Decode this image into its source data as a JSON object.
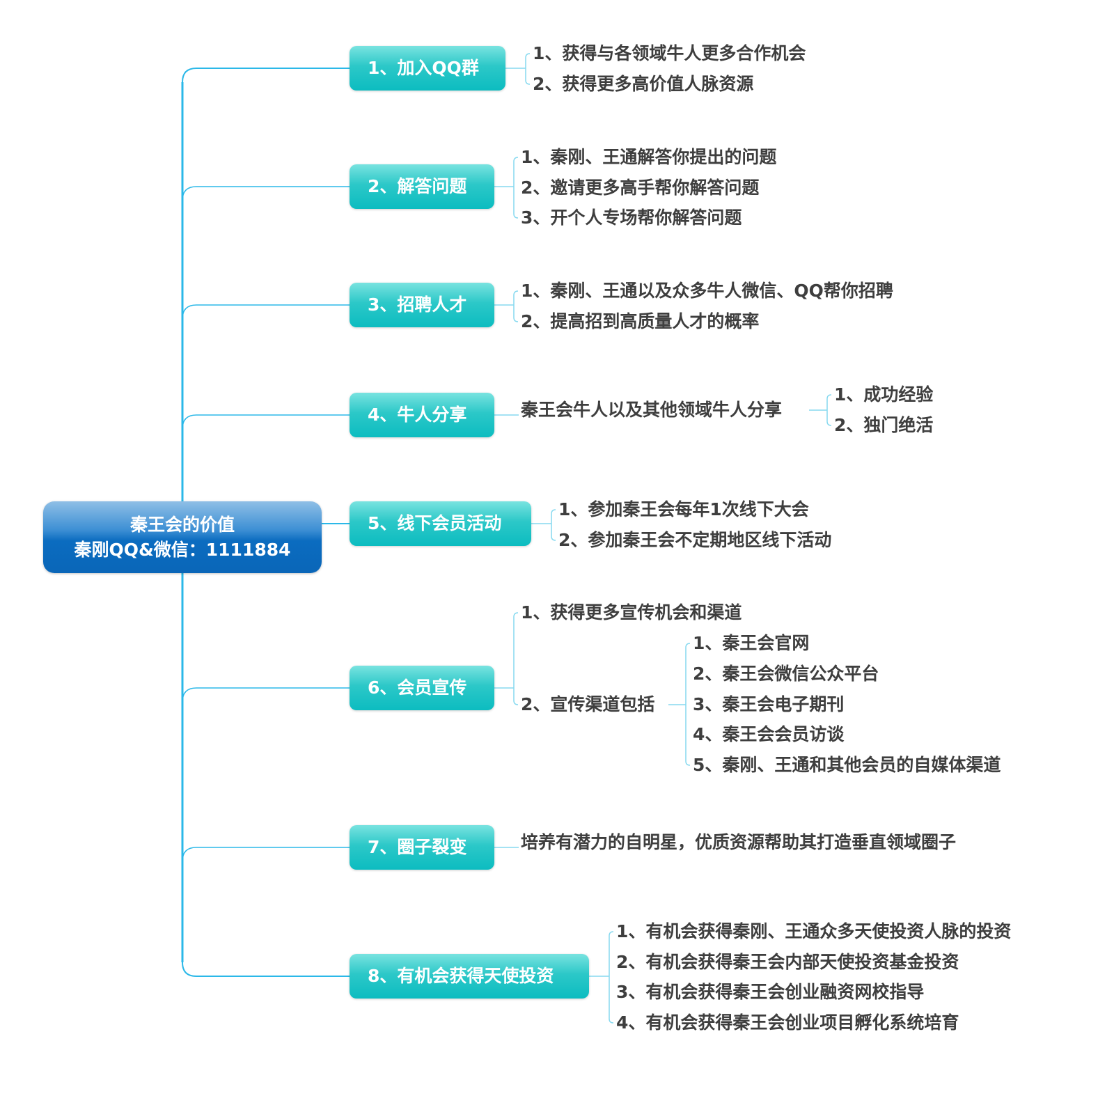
{
  "root": {
    "title": "秦王会的价值",
    "contact": "秦刚QQ&微信：1111884"
  },
  "branches": [
    {
      "label": "1、加入QQ群",
      "items": [
        "1、获得与各领域牛人更多合作机会",
        "2、获得更多高价值人脉资源"
      ]
    },
    {
      "label": "2、解答问题",
      "items": [
        "1、秦刚、王通解答你提出的问题",
        "2、邀请更多高手帮你解答问题",
        "3、开个人专场帮你解答问题"
      ]
    },
    {
      "label": "3、招聘人才",
      "items": [
        "1、秦刚、王通以及众多牛人微信、QQ帮你招聘",
        "2、提高招到高质量人才的概率"
      ]
    },
    {
      "label": "4、牛人分享",
      "items": [
        "秦王会牛人以及其他领域牛人分享"
      ],
      "sub": [
        "1、成功经验",
        "2、独门绝活"
      ]
    },
    {
      "label": "5、线下会员活动",
      "items": [
        "1、参加秦王会每年1次线下大会",
        "2、参加秦王会不定期地区线下活动"
      ]
    },
    {
      "label": "6、会员宣传",
      "items": [
        "1、获得更多宣传机会和渠道",
        "2、宣传渠道包括"
      ],
      "sub": [
        "1、秦王会官网",
        "2、秦王会微信公众平台",
        "3、秦王会电子期刊",
        "4、秦王会会员访谈",
        "5、秦刚、王通和其他会员的自媒体渠道"
      ]
    },
    {
      "label": "7、圈子裂变",
      "items": [
        "培养有潜力的自明星，优质资源帮助其打造垂直领域圈子"
      ]
    },
    {
      "label": "8、有机会获得天使投资",
      "items": [
        "1、有机会获得秦刚、王通众多天使投资人脉的投资",
        "2、有机会获得秦王会内部天使投资基金投资",
        "3、有机会获得秦王会创业融资网校指导",
        "4、有机会获得秦王会创业项目孵化系统培育"
      ]
    }
  ],
  "colors": {
    "main_line": "#2bb8e8",
    "leaf_line": "#86d9ef",
    "root": "#0b6cc0",
    "branch": "#12bfc4",
    "text": "#3e3e3e"
  }
}
